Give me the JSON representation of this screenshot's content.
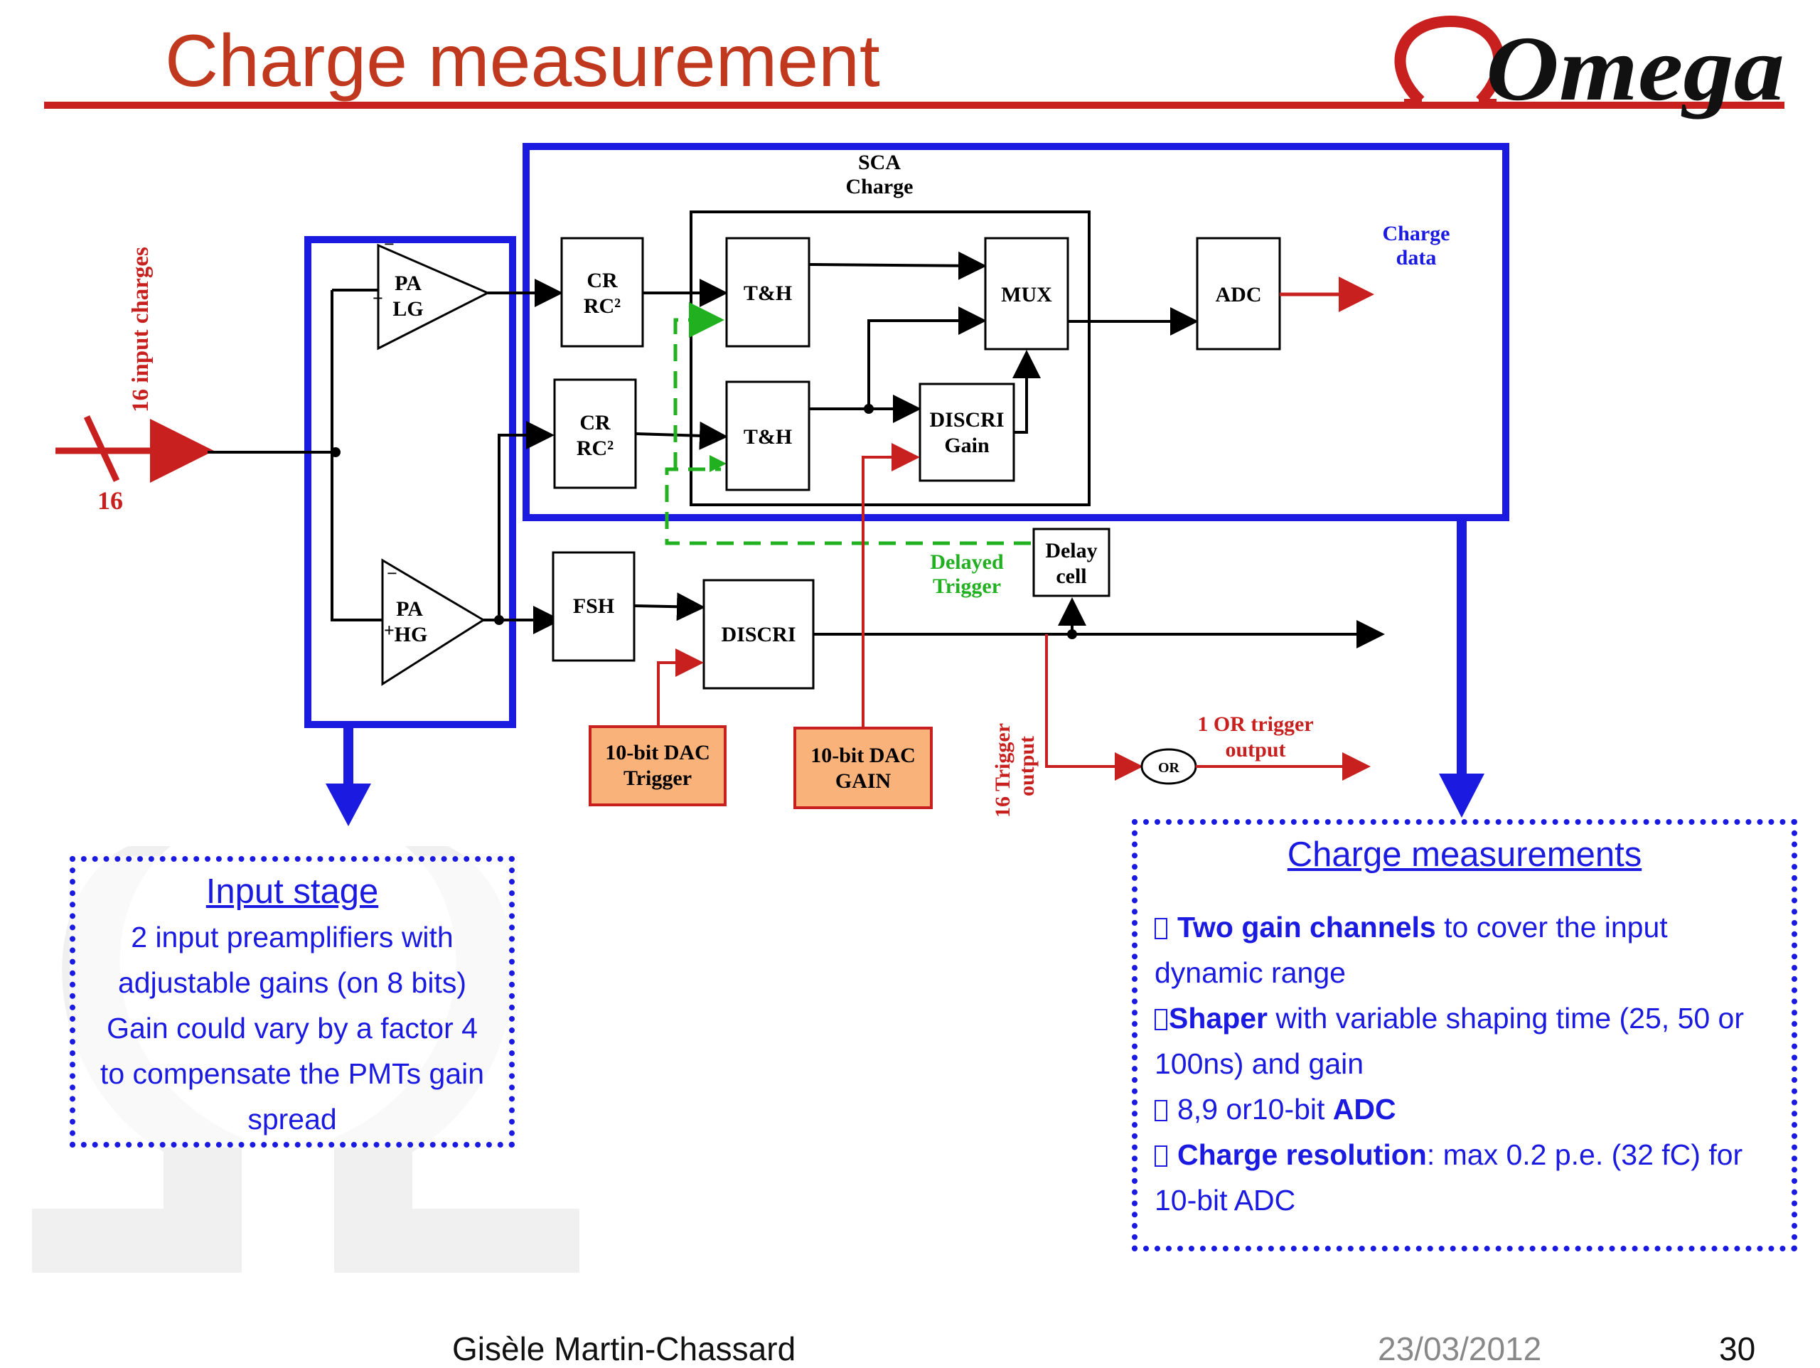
{
  "title": "Charge measurement",
  "logo": "Omega",
  "diagram": {
    "sca_charge": [
      "SCA",
      "Charge"
    ],
    "input_label": "16 input charges",
    "input_count": "16",
    "pa_lg": [
      "PA",
      "LG"
    ],
    "pa_hg": [
      "PA",
      "HG"
    ],
    "cr_rc_top": [
      "CR",
      "RC²"
    ],
    "cr_rc_bottom": [
      "CR",
      "RC²"
    ],
    "th_top": "T&H",
    "th_bottom": "T&H",
    "mux": "MUX",
    "discri_gain": [
      "DISCRI",
      "Gain"
    ],
    "adc": "ADC",
    "charge_data": [
      "Charge",
      "data"
    ],
    "fsh": "FSH",
    "discri": "DISCRI",
    "delayed_trigger": [
      "Delayed",
      "Trigger"
    ],
    "delay_cell": [
      "Delay",
      "cell"
    ],
    "dac_trigger": [
      "10-bit DAC",
      "Trigger"
    ],
    "dac_gain": [
      "10-bit DAC",
      "GAIN"
    ],
    "trigger_output": [
      "16 Trigger",
      "output"
    ],
    "or_gate": "OR",
    "or_trigger_output": [
      "1 OR trigger",
      "output"
    ],
    "minus": "−",
    "plus": "+"
  },
  "input_stage": {
    "title": "Input stage",
    "lines": [
      "2 input preamplifiers with",
      "adjustable gains (on 8 bits)",
      "Gain could vary by a factor 4",
      "to compensate the PMTs gain",
      "spread"
    ]
  },
  "charge_measurements": {
    "title": "Charge measurements",
    "items": [
      {
        "bold": "Two gain channels",
        "text": " to cover the input"
      },
      {
        "bold": "",
        "text": "dynamic range"
      },
      {
        "bold": "Shaper",
        "text": " with variable shaping time (25, 50 or"
      },
      {
        "bold": "",
        "text": "100ns) and gain"
      },
      {
        "bold": "",
        "text": "8,9 or10-bit ",
        "bold_after": "ADC"
      },
      {
        "bold": "Charge resolution",
        "text": ": max 0.2 p.e. (32 fC) for"
      },
      {
        "bold": "",
        "text": "10-bit ADC"
      }
    ]
  },
  "footer": {
    "author": "Gisèle Martin-Chassard",
    "date": "23/03/2012",
    "page": "30"
  },
  "colors": {
    "title": "#c0381e",
    "blue": "#1a1ae0",
    "red": "#c8201e",
    "green": "#20b020",
    "dac_fill": "#f9b27a"
  }
}
